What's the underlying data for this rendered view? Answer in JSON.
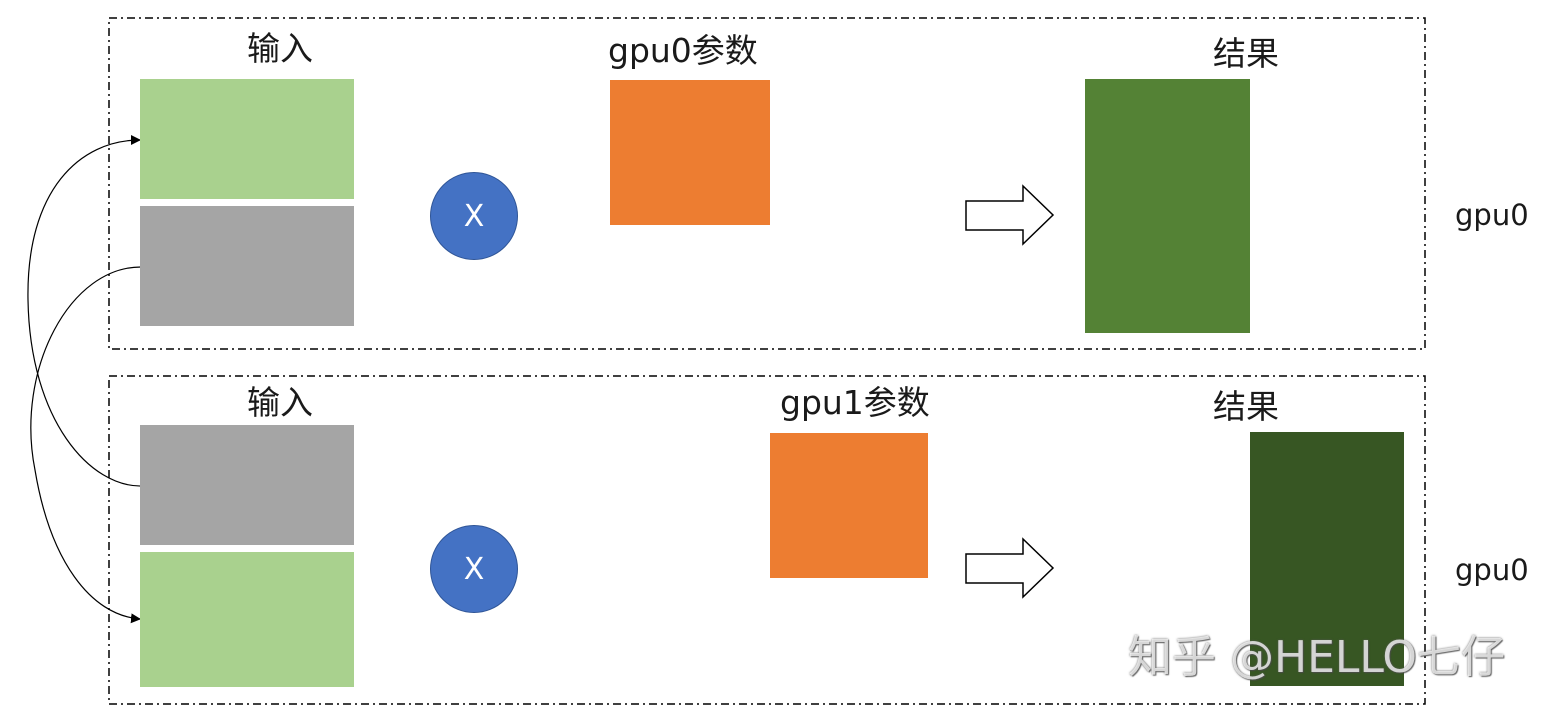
{
  "panels": [
    {
      "input_label": "输入",
      "params_label": "gpu0参数",
      "op_symbol": "X",
      "result_label": "结果",
      "device_label": "gpu0"
    },
    {
      "input_label": "输入",
      "params_label": "gpu1参数",
      "op_symbol": "X",
      "result_label": "结果",
      "device_label": "gpu0"
    }
  ],
  "colors": {
    "input_a": "#a9d18e",
    "input_b": "#a5a5a5",
    "params": "#ed7d31",
    "result_gpu0": "#548235",
    "result_gpu1": "#375623",
    "operator": "#4472c4"
  },
  "watermark": "知乎 @HELLO七仔"
}
